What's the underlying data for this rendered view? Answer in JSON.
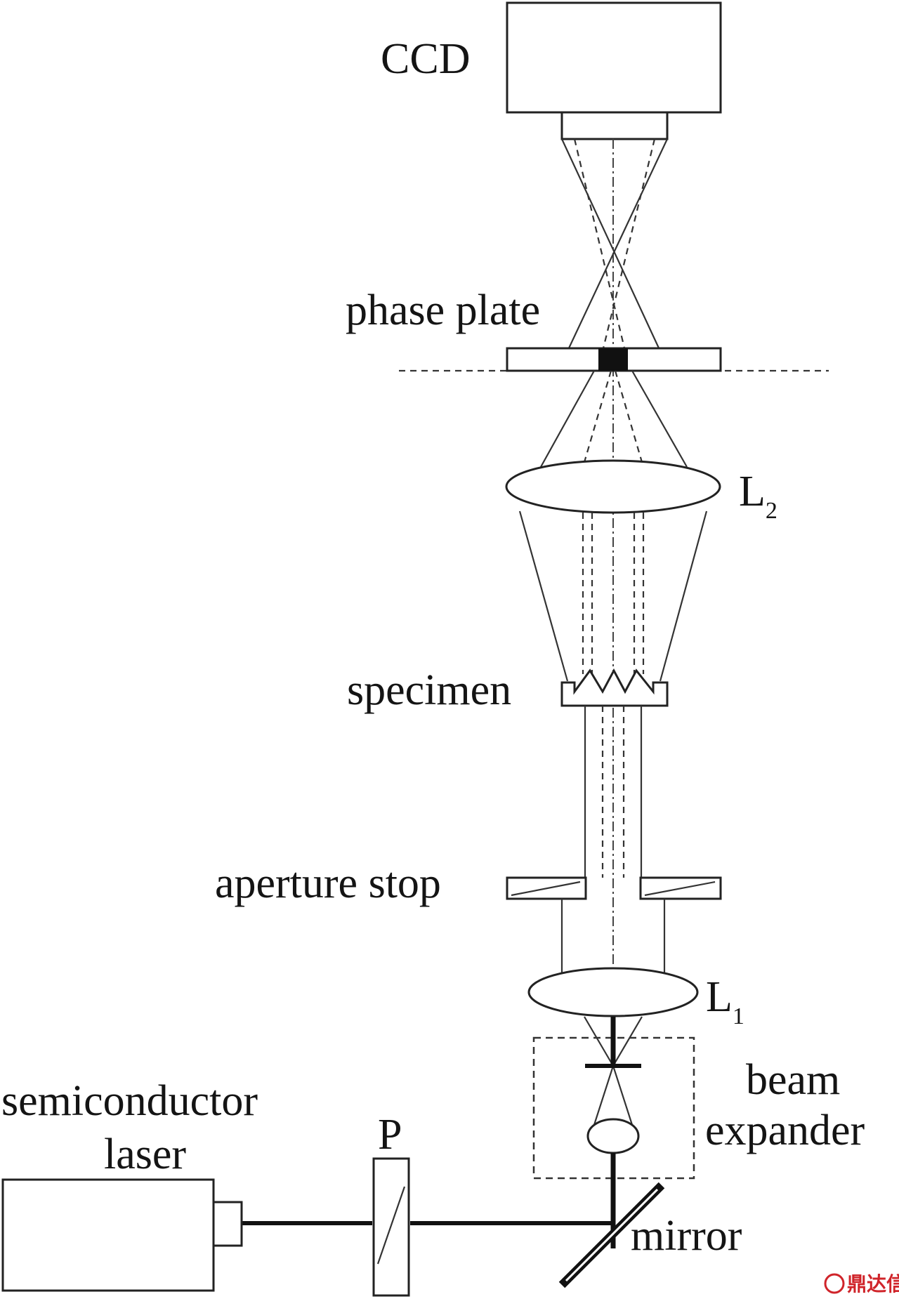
{
  "labels": {
    "ccd": "CCD",
    "phase_plate": "phase plate",
    "l2_main": "L",
    "l2_sub": "2",
    "specimen": "specimen",
    "aperture_stop": "aperture stop",
    "l1_main": "L",
    "l1_sub": "1",
    "beam": "beam",
    "expander": "expander",
    "semiconductor": "semiconductor",
    "laser": "laser",
    "polarizer": "P",
    "mirror": "mirror"
  },
  "watermark": {
    "text": "鼎达信",
    "color": "#d0242a"
  }
}
